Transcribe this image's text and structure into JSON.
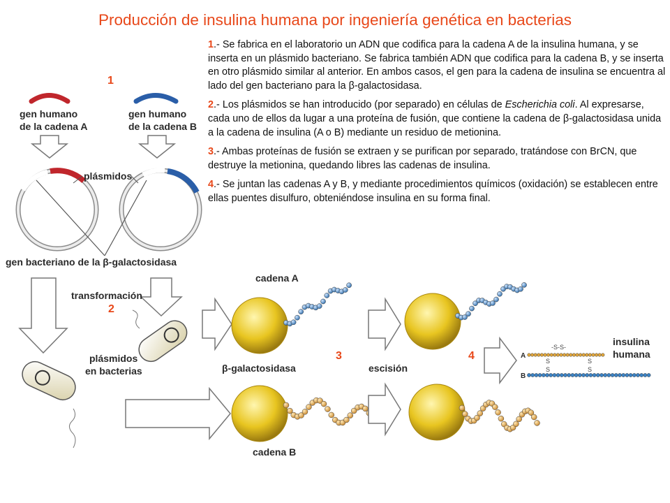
{
  "title": "Producción de insulina humana por ingeniería genética en bacterias",
  "steps": [
    {
      "number": "1",
      "sep": ".- ",
      "text": "Se fabrica en el laboratorio un ADN que codifica para la cadena A de la insulina humana, y se inserta en un plásmido bacteriano. Se fabrica también ADN que codifica para la cadena B, y se inserta en otro plásmido similar al anterior. En ambos casos, el gen para la cadena de insulina se encuentra al lado del gen bacteriano para la β-galactosidasa."
    },
    {
      "number": "2",
      "sep": ".- ",
      "text_before": "Los plásmidos se han introducido (por separado) en células de ",
      "italic": "Escherichia coli",
      "text_after": ". Al expresarse, cada uno de ellos da lugar a una proteína de fusión, que contiene la cadena de β-galactosidasa unida a la cadena de insulina (A o B) mediante un residuo de metionina."
    },
    {
      "number": "3",
      "sep": ".- ",
      "text": "Ambas proteínas de fusión se extraen y se purifican por separado, tratándose con BrCN, que destruye la metionina, quedando libres las cadenas de insulina."
    },
    {
      "number": "4",
      "sep": ".- ",
      "text": "Se juntan las cadenas A y B, y mediante procedimientos químicos (oxidación) se establecen entre ellas puentes disulfuro, obteniéndose insulina en su forma final."
    }
  ],
  "figure": {
    "gene_a_line1": "gen humano",
    "gene_a_line2": "de la cadena A",
    "gene_b_line1": "gen humano",
    "gene_b_line2": "de la cadena B",
    "plasmids": "plásmidos",
    "bacterial_gene": "gen bacteriano de la β-galactosidasa",
    "transformation": "transformación",
    "plasmids_in_bacteria_line1": "plásmidos",
    "plasmids_in_bacteria_line2": "en bacterias",
    "chain_a": "cadena A",
    "chain_b": "cadena B",
    "beta_gal": "β-galactosidasa",
    "cleavage": "escisión",
    "insulin_line1": "insulina",
    "insulin_line2": "humana",
    "chain_a_letter": "A",
    "chain_b_letter": "B",
    "ss_top": "-S-S-",
    "s": "S"
  },
  "region_numbers": {
    "n1": "1",
    "n2": "2",
    "n3": "3",
    "n4": "4"
  },
  "colors": {
    "title": "#e8481a",
    "gene_a": "#c0262c",
    "gene_b": "#2a5ea8",
    "chain_a_beads": "#3b82c4",
    "chain_b_beads": "#e0a53a",
    "globule": "#e8c520"
  }
}
